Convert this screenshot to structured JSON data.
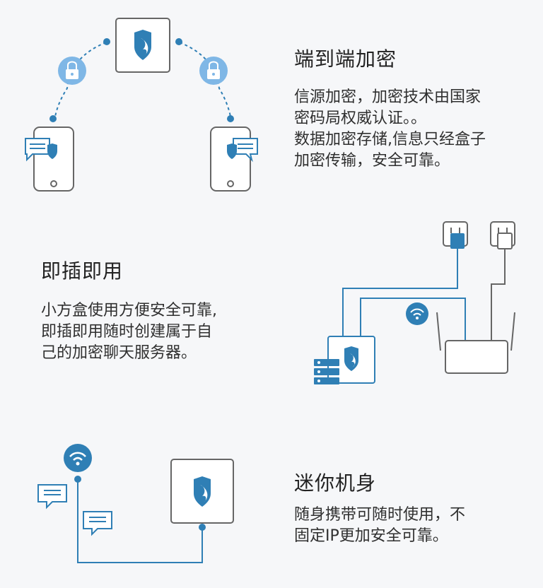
{
  "section1": {
    "title": "端到端加密",
    "text": "信源加密，加密技术由国家\n密码局权威认证。。\n数据加密存储,信息只经盒子\n加密传输，安全可靠。"
  },
  "section2": {
    "title": "即插即用",
    "text": "小方盒使用方便安全可靠,\n即插即用随时创建属于自\n己的加密聊天服务器。"
  },
  "section3": {
    "title": "迷你机身",
    "text": "随身携带可随时使用，不\n固定IP更加安全可靠。"
  },
  "colors": {
    "accent": "#2f7fb5",
    "accent_light": "#7fb7e6",
    "outline": "#8d8d8d",
    "text": "#2f2f2f"
  },
  "icons": [
    "shield-icon",
    "lock-icon",
    "chat-icon",
    "wifi-icon",
    "server-icon",
    "plug-icon",
    "router-icon"
  ]
}
